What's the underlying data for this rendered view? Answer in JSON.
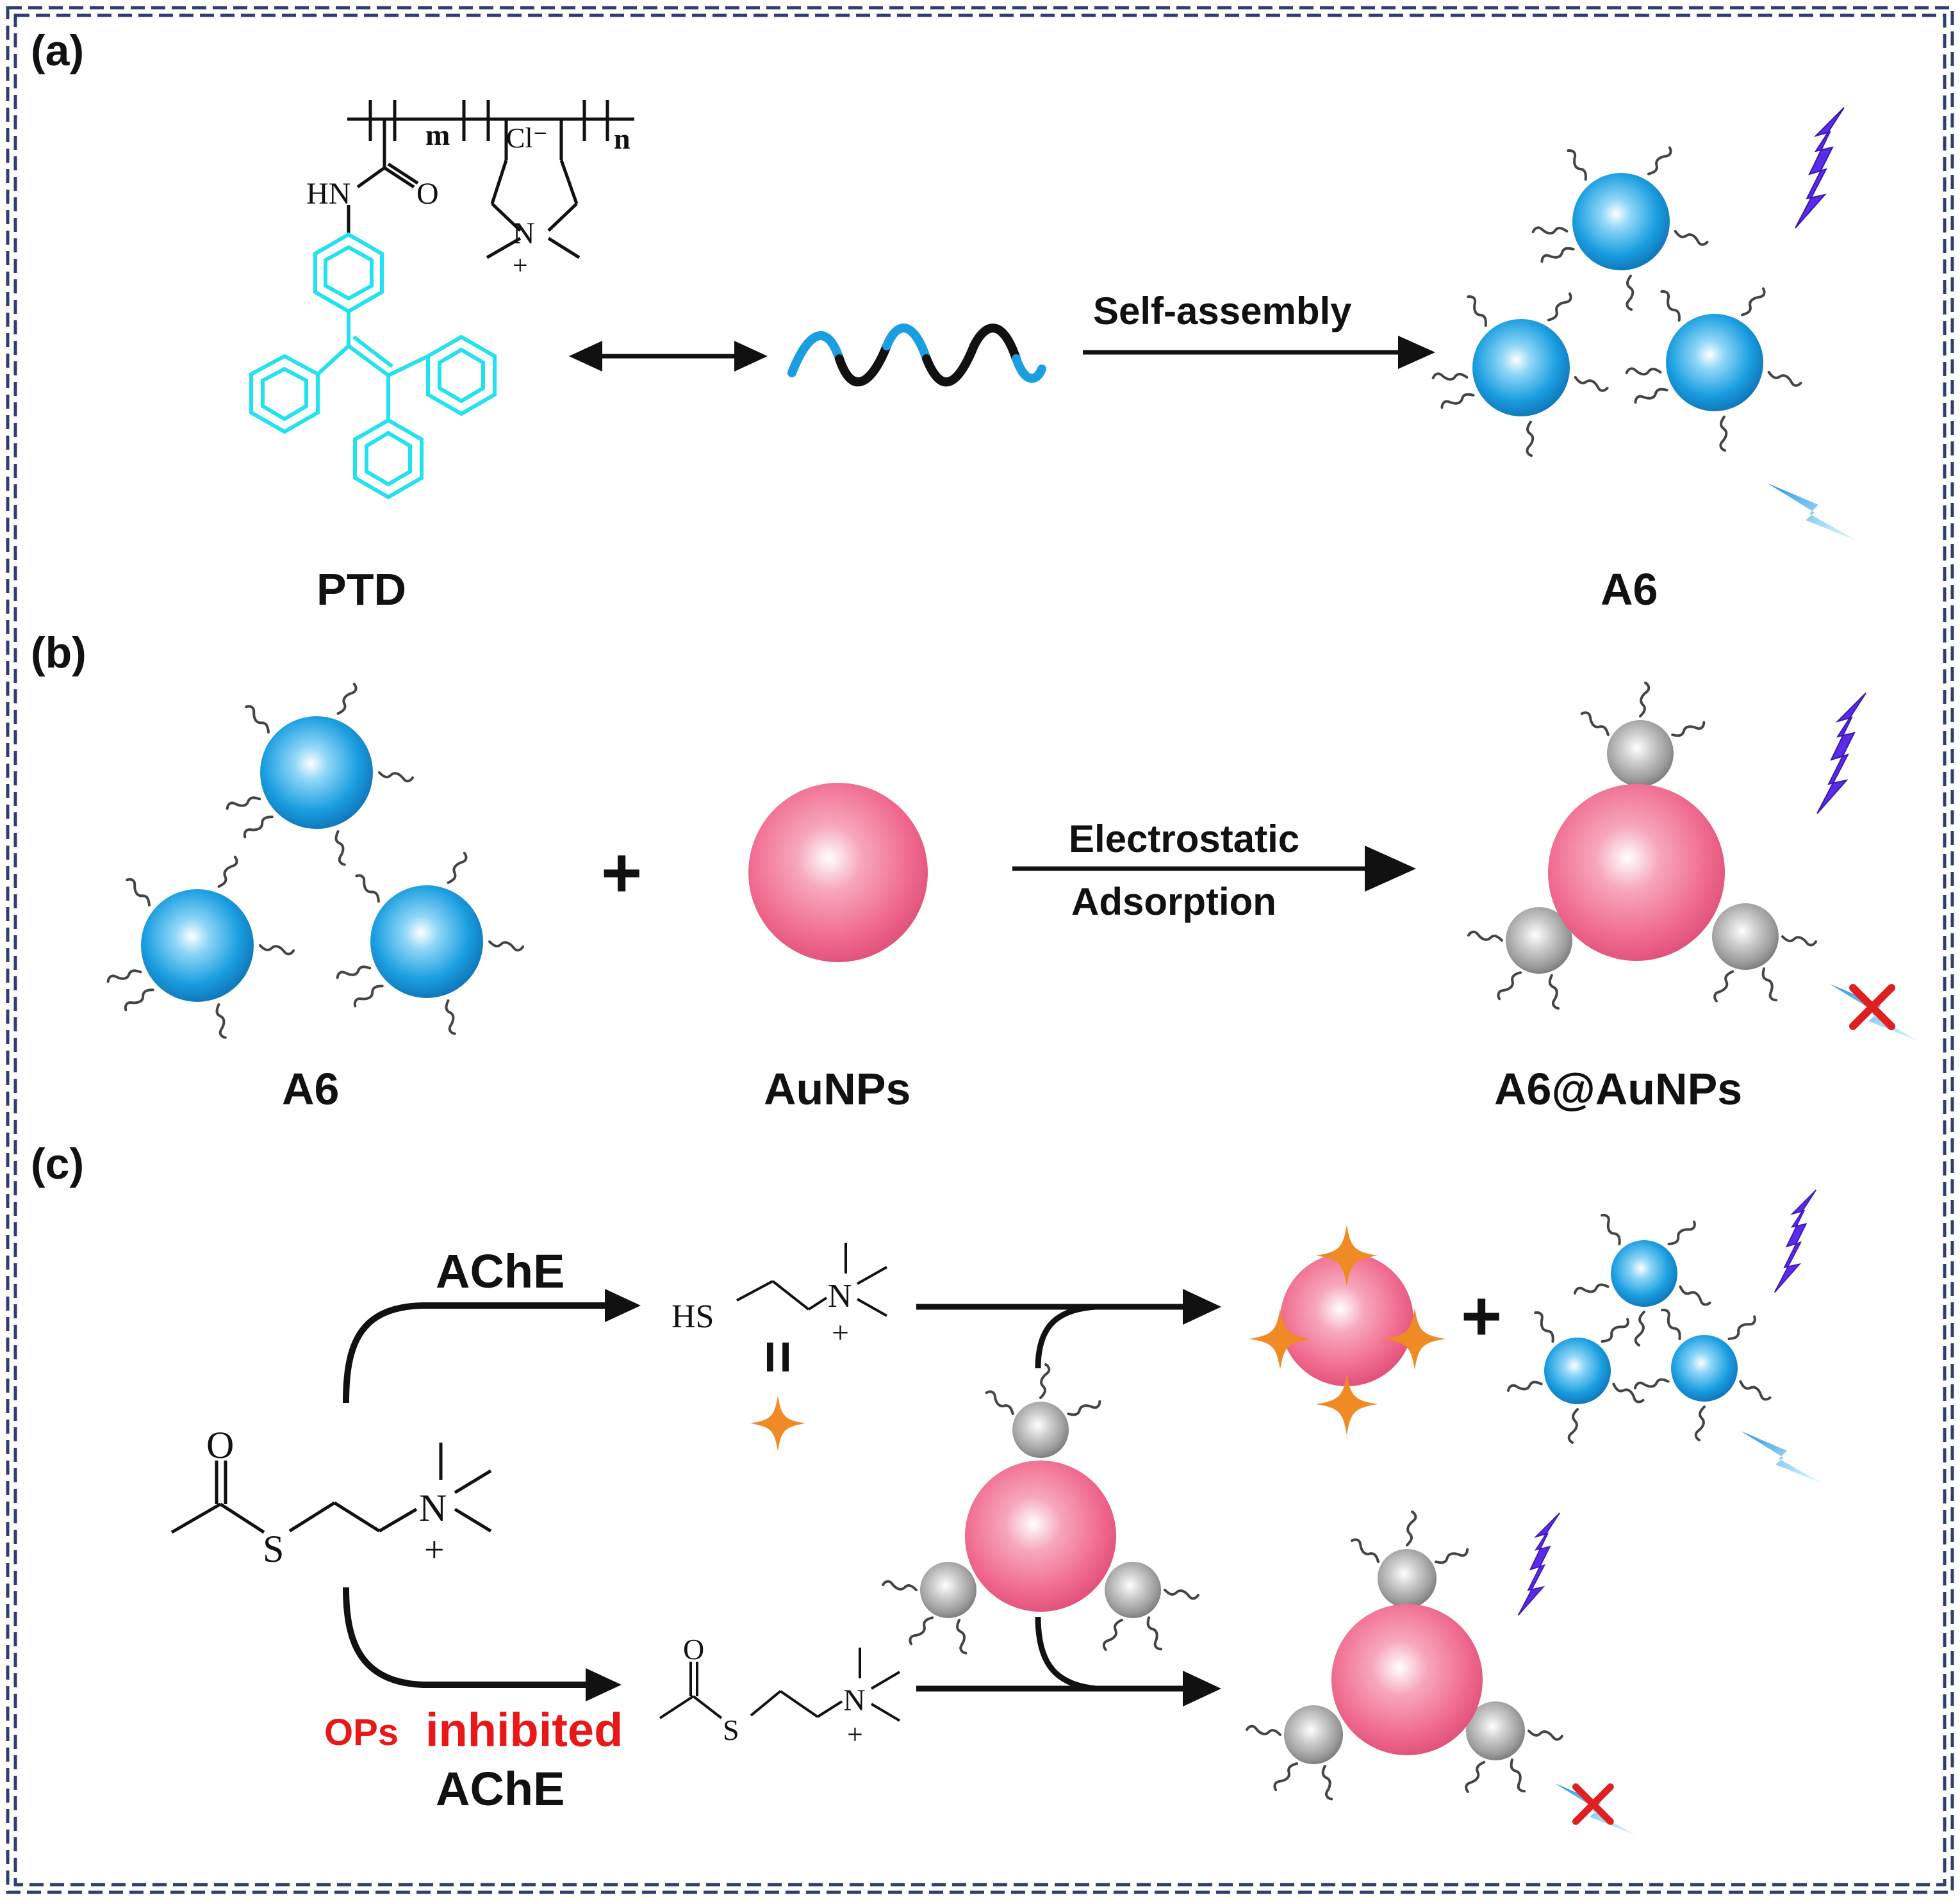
{
  "panels": {
    "a": {
      "tag": "(a)",
      "polymer_name": "PTD",
      "assembly_label": "Self-assembly",
      "product_name": "A6",
      "chem": {
        "m": "m",
        "n": "n",
        "cl": "Cl⁻",
        "hn": "HN",
        "o": "O",
        "n_atom": "N",
        "plus": "+"
      }
    },
    "b": {
      "tag": "(b)",
      "reactant1": "A6",
      "plus": "+",
      "reactant2": "AuNPs",
      "arrow_label_1": "Electrostatic",
      "arrow_label_2": "Adsorption",
      "product": "A6@AuNPs"
    },
    "c": {
      "tag": "(c)",
      "enzyme_top": "AChE",
      "thiol_hs": "HS",
      "equals": "=",
      "plus": "+",
      "inhibitor_part1": "OPs",
      "inhibitor_part2": "inhibited",
      "enzyme_bottom": "AChE",
      "chem": {
        "o": "O",
        "s": "S",
        "n_atom": "N",
        "plus": "+"
      }
    }
  },
  "colors": {
    "frame": "#2f3f6c",
    "tpe": "#22e2f0",
    "blue_np": "#1a9ee0",
    "pink_np": "#f06a8e",
    "gray_np": "#9a9a9a",
    "bolt_violet": "#5a2be8",
    "bolt_blue": "#38b6ee",
    "cross": "#e02020",
    "spark": "#f08a24",
    "ops_red": "#e81818"
  }
}
